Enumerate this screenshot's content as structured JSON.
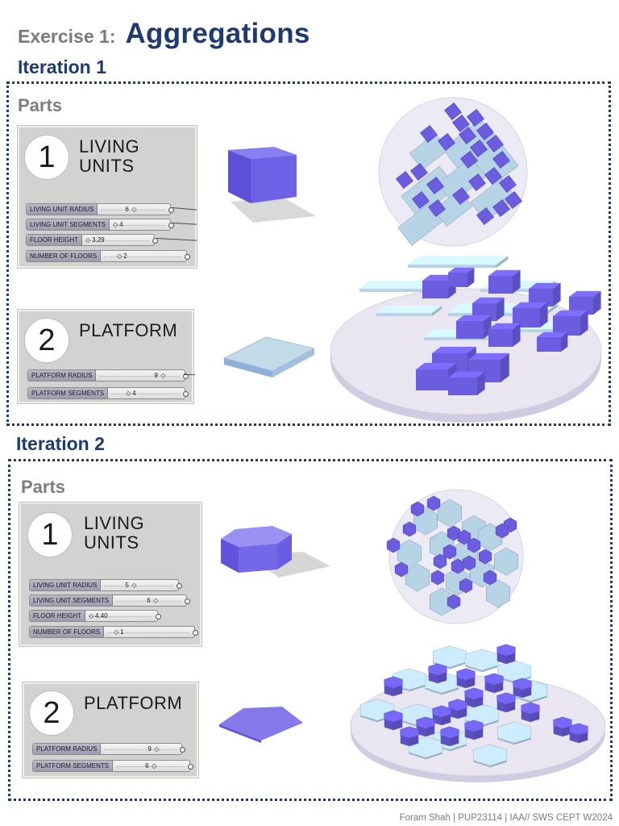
{
  "header": {
    "exercise_label": "Exercise 1:",
    "exercise_title": "Aggregations"
  },
  "iteration1": {
    "heading": "Iteration 1",
    "parts_label": "Parts",
    "living_units": {
      "number": "1",
      "title_line1": "LIVING",
      "title_line2": "UNITS",
      "sliders": [
        {
          "label": "LIVING UNIT RADIUS",
          "value": "6"
        },
        {
          "label": "LIVING UNIT SEGMENTS",
          "value": "4"
        },
        {
          "label": "FLOOR HEIGHT",
          "value": "3.29"
        },
        {
          "label": "NUMBER OF FLOORS",
          "value": "2"
        }
      ]
    },
    "platform": {
      "number": "2",
      "title": "PLATFORM",
      "sliders": [
        {
          "label": "PLATFORM RADIUS",
          "value": "9"
        },
        {
          "label": "PLATFORM SEGMENTS",
          "value": "4"
        }
      ]
    }
  },
  "iteration2": {
    "heading": "Iteration 2",
    "parts_label": "Parts",
    "living_units": {
      "number": "1",
      "title_line1": "LIVING",
      "title_line2": "UNITS",
      "sliders": [
        {
          "label": "LIVING UNIT RADIUS",
          "value": "5"
        },
        {
          "label": "LIVING UNIT SEGMENTS",
          "value": "6"
        },
        {
          "label": "FLOOR HEIGHT",
          "value": "4.40"
        },
        {
          "label": "NUMBER OF FLOORS",
          "value": "1"
        }
      ]
    },
    "platform": {
      "number": "2",
      "title": "PLATFORM",
      "sliders": [
        {
          "label": "PLATFORM RADIUS",
          "value": "9"
        },
        {
          "label": "PLATFORM SEGMENTS",
          "value": "6"
        }
      ]
    }
  },
  "colors": {
    "accent_navy": "#1f3a6e",
    "unit_purple": "#6b5ce0",
    "platform_blue": "#b7d3e6",
    "base_lavender": "#ecebf5"
  },
  "footer": {
    "credit": "Foram Shah | PUP23114 | IAA// SWS CEPT W2024"
  }
}
